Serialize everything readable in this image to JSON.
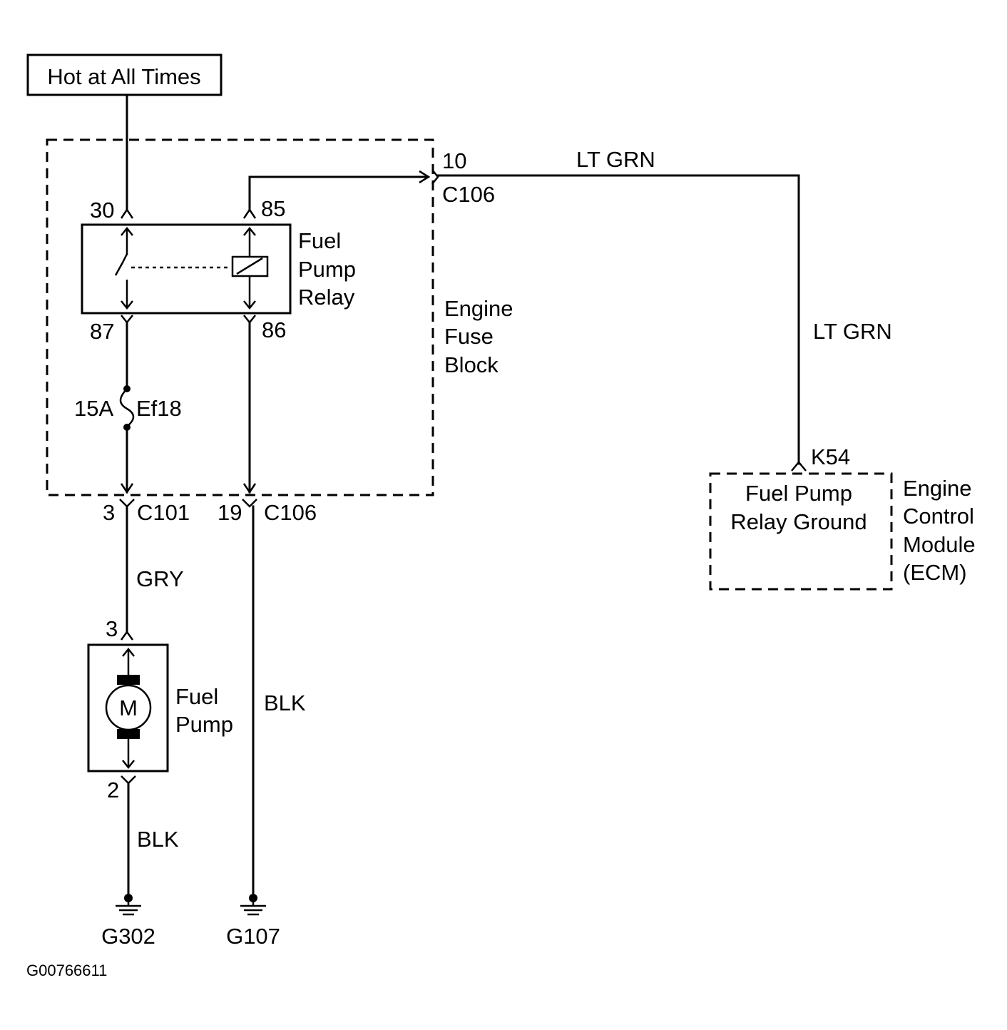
{
  "source": {
    "label": "Hot at All Times"
  },
  "relay": {
    "name_lines": [
      "Fuel",
      "Pump",
      "Relay"
    ],
    "pin30": "30",
    "pin85": "85",
    "pin87": "87",
    "pin86": "86"
  },
  "fuse_block": {
    "name_lines": [
      "Engine",
      "Fuse",
      "Block"
    ],
    "fuse_rating": "15A",
    "fuse_id": "Ef18"
  },
  "connectors": {
    "c106_top_pin": "10",
    "c106_top_name": "C106",
    "c101_pin": "3",
    "c101_name": "C101",
    "c106_bottom_pin": "19",
    "c106_bottom_name": "C106"
  },
  "wires": {
    "top_color": "LT GRN",
    "right_color": "LT GRN",
    "pump_feed_color": "GRY",
    "relay_ground_color": "BLK",
    "pump_ground_color": "BLK"
  },
  "fuel_pump": {
    "name_lines": [
      "Fuel",
      "Pump"
    ],
    "motor_symbol": "M",
    "pin_in": "3",
    "pin_out": "2"
  },
  "ecm": {
    "pin": "K54",
    "circuit_lines": [
      "Fuel Pump",
      "Relay Ground"
    ],
    "name_lines": [
      "Engine",
      "Control",
      "Module",
      "(ECM)"
    ]
  },
  "grounds": {
    "left": "G302",
    "right": "G107"
  },
  "figure_id": "G00766611"
}
